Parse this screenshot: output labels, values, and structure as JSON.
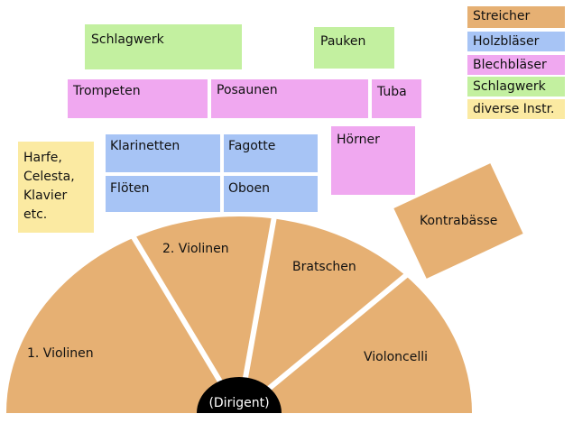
{
  "colors": {
    "streicher": "#e6b073",
    "holzblaeser": "#a7c4f5",
    "blechblaeser": "#f0a8f0",
    "schlagwerk": "#c3f0a0",
    "diverse": "#fbeaa2",
    "dirigent": "#000000",
    "divider": "#ffffff"
  },
  "legend": [
    {
      "label": "Streicher",
      "color": "#e6b073"
    },
    {
      "label": "Holzbläser",
      "color": "#a7c4f5"
    },
    {
      "label": "Blechbläser",
      "color": "#f0a8f0"
    },
    {
      "label": "Schlagwerk",
      "color": "#c3f0a0"
    },
    {
      "label": "diverse Instr.",
      "color": "#fbeaa2"
    }
  ],
  "sections": {
    "schlagwerk": "Schlagwerk",
    "pauken": "Pauken",
    "trompeten": "Trompeten",
    "posaunen": "Posaunen",
    "tuba": "Tuba",
    "hoerner": "Hörner",
    "klarinetten": "Klarinetten",
    "fagotte": "Fagotte",
    "floeten": "Flöten",
    "oboen": "Oboen",
    "harfe": [
      "Harfe,",
      "Celesta,",
      "Klavier",
      "etc."
    ],
    "kontrabaesse": "Kontrabässe"
  },
  "strings": {
    "violinen1": "1. Violinen",
    "violinen2": "2. Violinen",
    "bratschen": "Bratschen",
    "violoncelli": "Violoncelli",
    "dirigent": "(Dirigent)"
  }
}
